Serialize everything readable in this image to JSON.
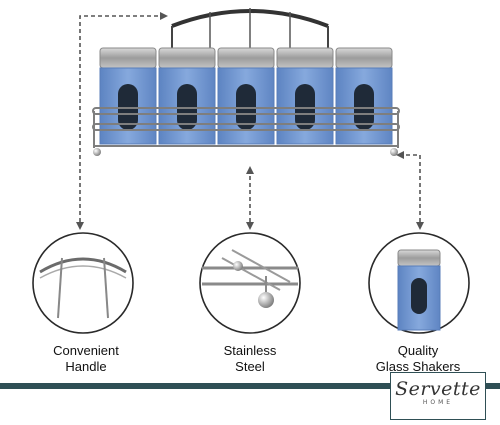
{
  "features": [
    {
      "line1": "Convenient",
      "line2": "Handle"
    },
    {
      "line1": "Stainless",
      "line2": "Steel"
    },
    {
      "line1": "Quality",
      "line2": "Glass Shakers"
    }
  ],
  "brand": {
    "name": "Servette",
    "sub": "HOME"
  },
  "colors": {
    "accent_bar": "#2f4f55",
    "jar_blue": "#6f95cf",
    "steel": "#9a9a9a",
    "arrow": "#555555"
  }
}
